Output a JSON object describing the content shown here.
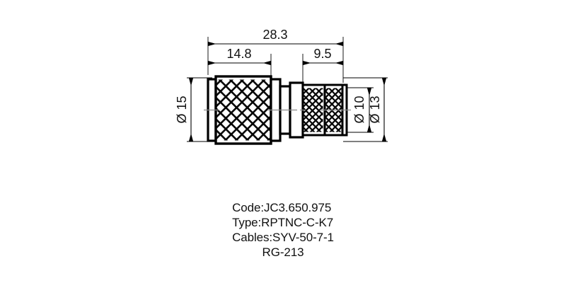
{
  "drawing": {
    "title": "RPTNC-C-K7 coaxial connector outline drawing",
    "units": "mm",
    "line_color": "#000000",
    "background_color": "#ffffff",
    "dimensions": {
      "overall_length": "28.3",
      "left_section_length": "14.8",
      "right_section_length": "9.5",
      "body_diameter": "Ø 15",
      "inner_knurl_diameter": "Ø 10",
      "outer_knurl_diameter": "Ø 13"
    }
  },
  "specs": {
    "code_line": "Code:JC3.650.975",
    "type_line": "Type:RPTNC-C-K7",
    "cables_line": "Cables:SYV-50-7-1",
    "cable_alt_line": "RG-213"
  }
}
